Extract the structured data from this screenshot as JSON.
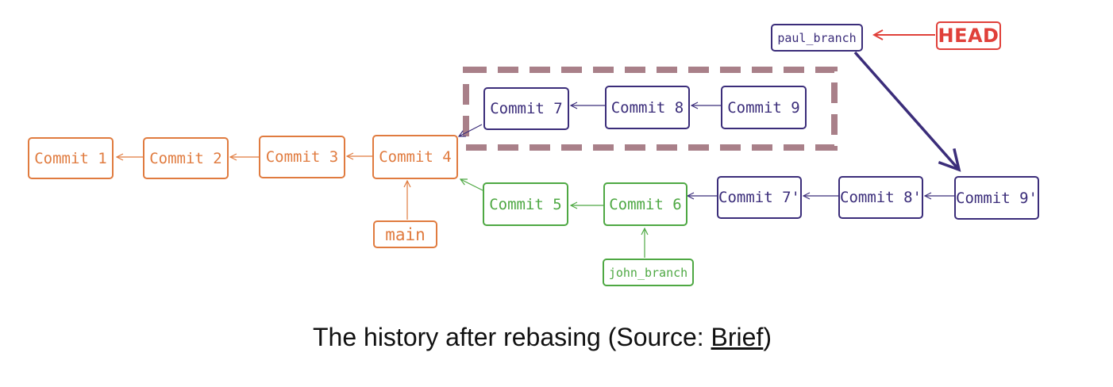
{
  "diagram": {
    "commits": {
      "c1": "Commit 1",
      "c2": "Commit 2",
      "c3": "Commit 3",
      "c4": "Commit 4",
      "c5": "Commit 5",
      "c6": "Commit 6",
      "c7": "Commit 7",
      "c8": "Commit 8",
      "c9": "Commit 9",
      "c7p": "Commit 7'",
      "c8p": "Commit 8'",
      "c9p": "Commit 9'"
    },
    "refs": {
      "main": "main",
      "john_branch": "john_branch",
      "paul_branch": "paul_branch",
      "head": "HEAD"
    },
    "colors": {
      "main_line": "#e07b3f",
      "john_line": "#4ea843",
      "paul_line": "#3b2d7a",
      "head": "#e0403a",
      "dashed_box": "#a98089"
    }
  },
  "caption": {
    "text": "The history after rebasing (Source: ",
    "link": "Brief",
    "suffix": ")"
  }
}
